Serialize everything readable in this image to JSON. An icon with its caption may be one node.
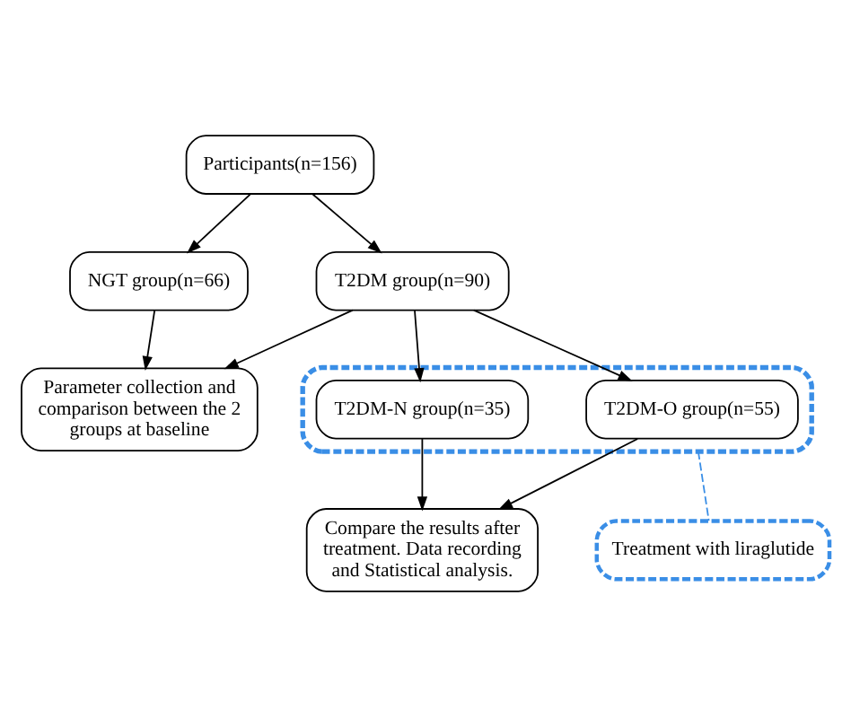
{
  "diagram": {
    "nodes": [
      {
        "text": [
          "NGT group(n=66)"
        ]
      },
      {
        "text": [
          "Participants(n=156)"
        ]
      },
      {
        "text": [
          "Parameter collection and comparison between the 2 groups at baseline"
        ]
      },
      {
        "text": [
          "T2DM group(n=90)"
        ]
      },
      {
        "text": [],
        "shape": "box"
      },
      {
        "text": [
          "T2DM-N group(n=35)"
        ],
        "in": 4
      },
      {
        "text": [
          "T2DM-O group(n=55)"
        ],
        "in": 4
      },
      {
        "text": [
          "Treatment with liraglutide"
        ]
      },
      {
        "text": [
          "Compare the results after treatment. Data recording and Statistical analysis."
        ]
      }
    ],
    "edges": [
      {
        "from": 1,
        "to": 0,
        "arrow": "to"
      },
      {
        "from": 1,
        "to": 3,
        "arrow": "to"
      },
      {
        "from": 0,
        "to": 2,
        "arrow": "to"
      },
      {
        "from": 3,
        "to": 2,
        "arrow": "to"
      },
      {
        "from": 3,
        "to": 5,
        "arrow": "to"
      },
      {
        "from": 3,
        "to": 6,
        "arrow": "to"
      },
      {
        "from": 5,
        "to": 8,
        "arrow": "to"
      },
      {
        "from": 6,
        "to": 8,
        "arrow": "to"
      },
      {
        "from": 4,
        "to": 7,
        "arrow": "none",
        "style": "dashed",
        "color": "#3a8ee6"
      }
    ]
  }
}
